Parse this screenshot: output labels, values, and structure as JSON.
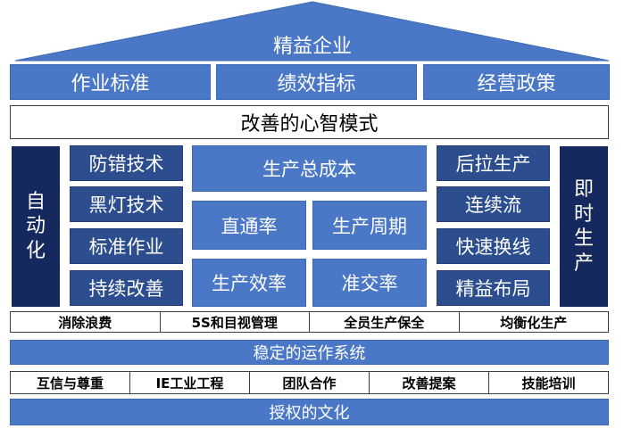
{
  "roof": {
    "title": "精益企业"
  },
  "goals": [
    "作业标准",
    "绩效指标",
    "经营政策"
  ],
  "mindset": "改善的心智模式",
  "left_pillar": [
    "自",
    "动",
    "化"
  ],
  "left_tools": [
    "防错技术",
    "黑灯技术",
    "标准作业",
    "持续改善"
  ],
  "center": {
    "top": "生产总成本",
    "items": [
      "直通率",
      "生产周期",
      "生产效率",
      "准交率"
    ]
  },
  "right_tools": [
    "后拉生产",
    "连续流",
    "快速换线",
    "精益布局"
  ],
  "right_pillar": [
    "即",
    "时",
    "生",
    "产"
  ],
  "foundation_row1": [
    "消除浪费",
    "5S和目视管理",
    "全员生产保全",
    "均衡化生产"
  ],
  "stable_system": "稳定的运作系统",
  "foundation_row2": [
    "互信与尊重",
    "IE工业工程",
    "团队合作",
    "改善提案",
    "技能培训"
  ],
  "culture": "授权的文化",
  "colors": {
    "mid_blue": "#4a78c7",
    "dark_blue": "#2c4e8f",
    "navy": "#15295e"
  }
}
